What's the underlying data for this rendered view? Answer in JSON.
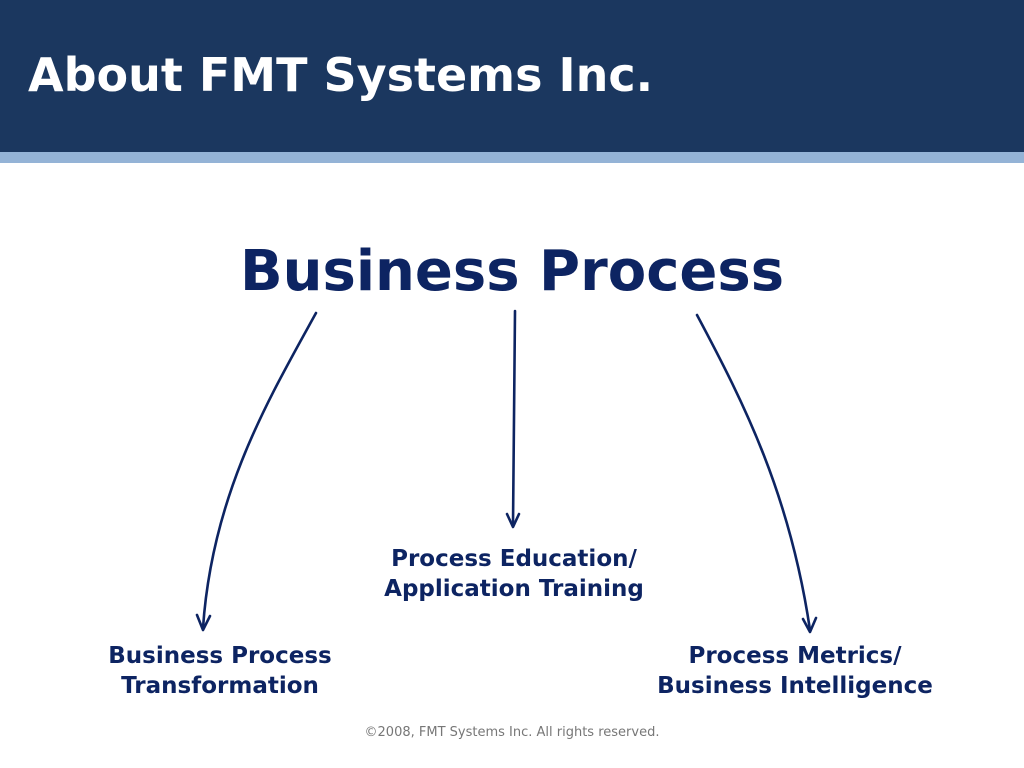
{
  "header": {
    "title": "About FMT Systems Inc."
  },
  "diagram": {
    "root": "Business Process",
    "nodes": {
      "center": {
        "line1": "Process Education/",
        "line2": "Application Training"
      },
      "left": {
        "line1": "Business Process",
        "line2": "Transformation"
      },
      "right": {
        "line1": "Process Metrics/",
        "line2": "Business Intelligence"
      }
    }
  },
  "footer": {
    "copyright": "©2008, FMT Systems Inc. All rights reserved."
  },
  "colors": {
    "header_bg": "#1b375f",
    "header_stripe": "#94b3d6",
    "text_dark_blue": "#0d2462",
    "footer_gray": "#777777"
  }
}
